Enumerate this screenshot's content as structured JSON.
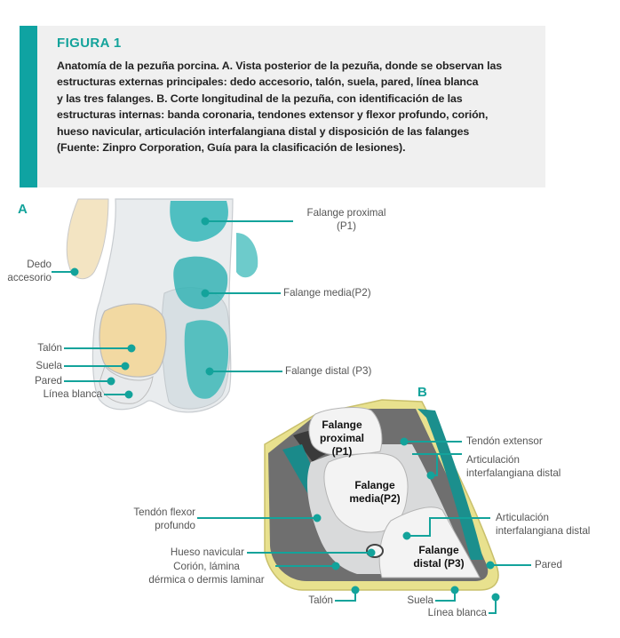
{
  "caption": {
    "title": "FIGURA 1",
    "lines": [
      "Anatomía de la pezuña porcina. A. Vista posterior de la pezuña, donde se observan las",
      "estructuras externas principales: dedo accesorio, talón, suela, pared, línea blanca",
      "y las tres falanges. B. Corte longitudinal de la pezuña, con identificación de las",
      "estructuras internas: banda coronaria, tendones extensor y flexor profundo, corión,",
      "hueso navicular, articulación interfalangiana distal y disposición de las falanges",
      "(Fuente: Zinpro Corporation, Guía para la clasificación de lesiones)."
    ]
  },
  "panelA": {
    "letter": "A",
    "labels": {
      "dedo": [
        "Dedo",
        "accesorio"
      ],
      "talon": "Talón",
      "suela": "Suela",
      "pared": "Pared",
      "linea": "Línea blanca",
      "p1": [
        "Falange proximal",
        "(P1)"
      ],
      "p2": "Falange media(P2)",
      "p3": "Falange distal (P3)"
    }
  },
  "panelB": {
    "letter": "B",
    "inner": {
      "p1": [
        "Falange",
        "proximal",
        "(P1)"
      ],
      "p2": [
        "Falange",
        "media(P2)"
      ],
      "p3": [
        "Falange",
        "distal (P3)"
      ]
    },
    "labels": {
      "tendon_ext": "Tendón extensor",
      "artic1": [
        "Articulación",
        "interfalangiana distal"
      ],
      "artic2": [
        "Articulación",
        "interfalangiana distal"
      ],
      "pared": "Pared",
      "suela": "Suela",
      "linea": "Línea blanca",
      "talon": "Talón",
      "flexor": [
        "Tendón flexor",
        "profundo"
      ],
      "navicular": "Hueso navicular",
      "corion": [
        "Corión, lámina",
        "dérmica o dermis laminar"
      ]
    }
  },
  "colors": {
    "accent": "#0fa3a2",
    "teal_bone": "#2fb4b4",
    "tan": "#efd9a6",
    "grey": "#6b6b6b",
    "caption_bg": "#f0f0f0"
  }
}
